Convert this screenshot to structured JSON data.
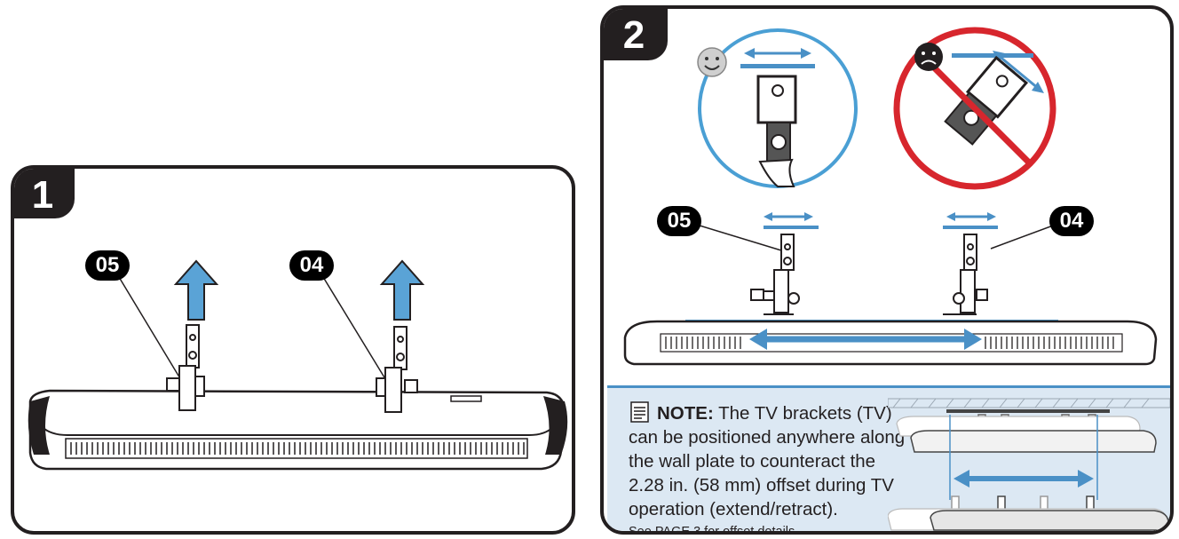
{
  "steps": {
    "step1": {
      "number": "1"
    },
    "step2": {
      "number": "2"
    }
  },
  "callouts": {
    "left_bracket": "05",
    "right_bracket": "04"
  },
  "note": {
    "label": "NOTE:",
    "body": "The TV brackets (TV) can be positioned anywhere along the wall plate to counteract the 2.28 in. (58 mm) offset during TV operation (extend/retract).",
    "footer": "See PAGE 3 for offset details."
  },
  "colors": {
    "outline": "#231f20",
    "arrow_blue": "#4a90c6",
    "arrow_fill": "#5aa3d6",
    "circle_ok": "#4a9fd4",
    "circle_no": "#d7262d",
    "note_bg": "#dce8f3"
  },
  "icons": {
    "up_arrow": "up-arrow-icon",
    "double_arrow": "double-arrow-icon",
    "smiley": "smiley-icon",
    "frown": "frown-icon",
    "note": "note-icon"
  }
}
